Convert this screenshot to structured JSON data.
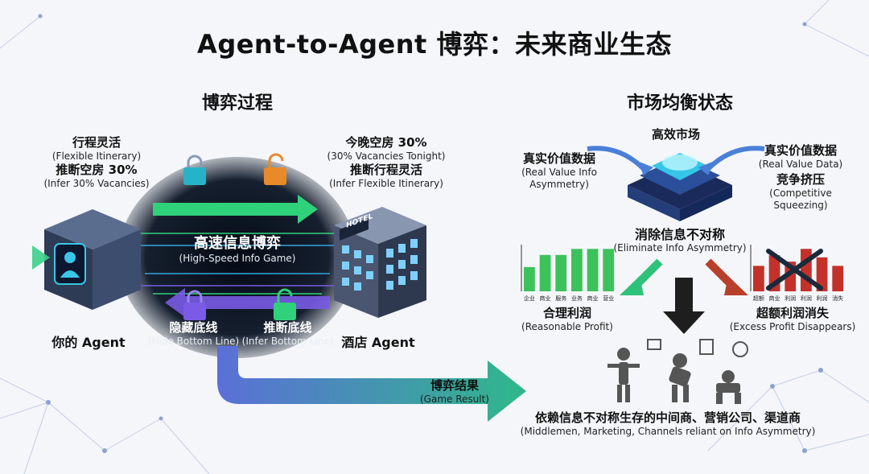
{
  "title": "Agent-to-Agent 博弈：未来商业生态",
  "left": {
    "heading": "博弈过程",
    "your_agent": {
      "knows_zh": "行程灵活",
      "knows_en": "(Flexible Itinerary)",
      "infers_zh": "推断空房 30%",
      "infers_en": "(Infer 30% Vacancies)",
      "name": "你的 Agent"
    },
    "hotel_agent": {
      "knows_zh": "今晚空房 30%",
      "knows_en": "(30% Vacancies Tonight)",
      "infers_zh": "推断行程灵活",
      "infers_en": "(Infer Flexible Itinerary)",
      "name": "酒店 Agent",
      "sign": "HOTEL"
    },
    "center_zh": "高速信息博弈",
    "center_en": "(High-Speed Info Game)",
    "hide_zh": "隐藏底线",
    "hide_en": "(Hide Bottom Line)",
    "infer_bottom_zh": "推断底线",
    "infer_bottom_en": "(Infer Bottom Line)",
    "result_zh": "博弈结果",
    "result_en": "(Game Result)"
  },
  "right": {
    "heading": "市场均衡状态",
    "market": "高效市场",
    "left_input_zh": "真实价值数据",
    "left_input_en": "(Real Value Info Asymmetry)",
    "right_input_zh": "真实价值数据",
    "right_input_en": "(Real Value Data)",
    "squeeze_zh": "竞争挤压",
    "squeeze_en": "(Competitive Squeezing)",
    "eliminate_zh": "消除信息不对称",
    "eliminate_en": "(Eliminate Info Asymmetry)",
    "profit_zh": "合理利润",
    "profit_en": "(Reasonable Profit)",
    "excess_zh": "超额利润消失",
    "excess_en": "(Excess Profit Disappears)",
    "bottom_zh": "依赖信息不对称生存的中间商、营销公司、渠道商",
    "bottom_en": "(Middlemen, Marketing, Channels reliant on Info Asymmetry)"
  },
  "chart_data": [
    {
      "type": "bar",
      "title": "合理利润",
      "categories": [
        "企业",
        "商业",
        "服务",
        "业务",
        "商业",
        "营业"
      ],
      "values": [
        2,
        3,
        3,
        3.5,
        3.5,
        3.5
      ]
    },
    {
      "type": "bar",
      "title": "超额利润消失",
      "categories": [
        "超额",
        "商业",
        "利润",
        "利润",
        "利润",
        "消失"
      ],
      "values": [
        6,
        8.5,
        7,
        10,
        8,
        6
      ]
    }
  ]
}
